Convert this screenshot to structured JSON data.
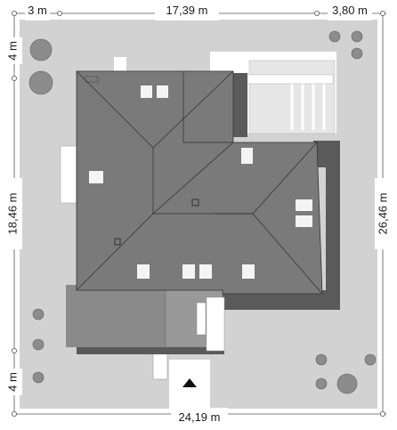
{
  "dimensions": {
    "top_left": "3 m",
    "top_middle": "17,39 m",
    "top_right": "3,80 m",
    "left_top": "4 m",
    "left_middle": "18,46 m",
    "left_bottom": "4 m",
    "right": "26,46 m",
    "bottom": "24,19 m"
  },
  "icons": {
    "north_arrow": "north-arrow-icon",
    "tree": "tree-icon",
    "skylight": "skylight-icon"
  },
  "colors": {
    "plot": "#d2d2d2",
    "roof": "#7a7a7a",
    "roof_edge": "#3a3a3a",
    "shadow": "#555555",
    "wall_light": "#ffffff",
    "tree": "#8c8c8c"
  }
}
